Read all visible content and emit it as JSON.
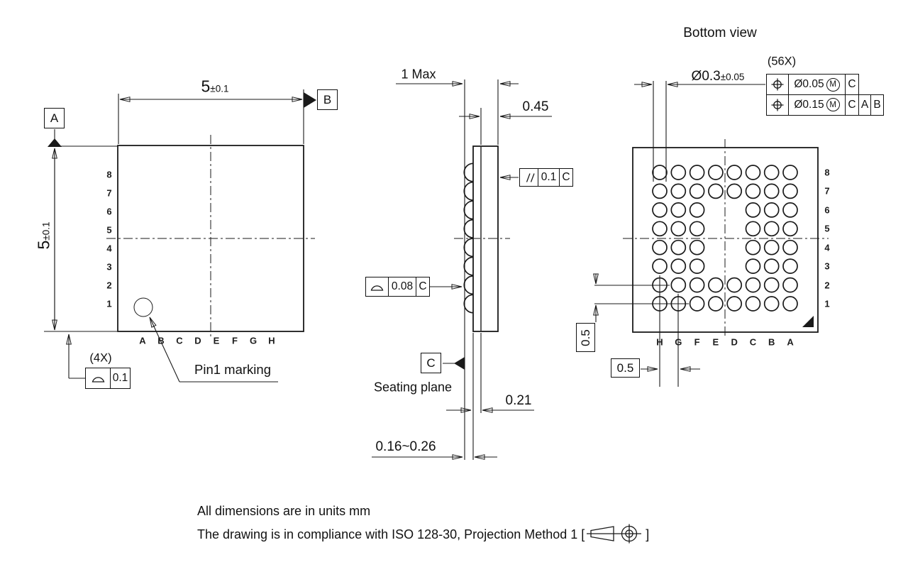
{
  "top_view": {
    "datum_a": "A",
    "datum_b": "B",
    "dim_width_value": "5",
    "dim_width_tol": "±0.1",
    "dim_height_value": "5",
    "dim_height_tol": "±0.1",
    "row_labels": [
      "8",
      "7",
      "6",
      "5",
      "4",
      "3",
      "2",
      "1"
    ],
    "col_labels": [
      "A",
      "B",
      "C",
      "D",
      "E",
      "F",
      "G",
      "H"
    ],
    "pin1_label": "Pin1 marking",
    "corner_callout": {
      "count": "(4X)",
      "symbol": "profile-of-surface",
      "value": "0.1"
    }
  },
  "side_view": {
    "dim_total_height": "1 Max",
    "dim_body_height": "0.45",
    "parallelism_fcf": {
      "symbol": "parallelism",
      "value": "0.1",
      "datum": "C"
    },
    "coplanarity_fcf": {
      "symbol": "profile-of-surface",
      "value": "0.08",
      "datum": "C"
    },
    "datum_c": "C",
    "seating_plane_label": "Seating plane",
    "dim_standoff": "0.21",
    "dim_ball_protrusion": "0.16~0.26"
  },
  "bottom_view": {
    "title": "Bottom view",
    "ball_count": "(56X)",
    "ball_dim_value": "Ø0.3",
    "ball_dim_tol": "±0.05",
    "position_fcf_1": {
      "symbol": "position",
      "value": "Ø0.05",
      "modifier": "M",
      "datums": [
        "C"
      ]
    },
    "position_fcf_2": {
      "symbol": "position",
      "value": "Ø0.15",
      "modifier": "M",
      "datums": [
        "C",
        "A",
        "B"
      ]
    },
    "pitch_y": "0.5",
    "pitch_x": "0.5",
    "row_labels": [
      "8",
      "7",
      "6",
      "5",
      "4",
      "3",
      "2",
      "1"
    ],
    "col_labels": [
      "H",
      "G",
      "F",
      "E",
      "D",
      "C",
      "B",
      "A"
    ],
    "grid": {
      "missing": [
        "E6",
        "D6",
        "E5",
        "D5",
        "E4",
        "D4",
        "E3",
        "D3"
      ],
      "crosshair": [
        "H2",
        "H1",
        "G1"
      ]
    }
  },
  "notes": {
    "line1": "All dimensions are in units mm",
    "line2_prefix": "The drawing is in compliance with ISO 128-30, Projection Method 1 [",
    "line2_suffix": "]"
  }
}
